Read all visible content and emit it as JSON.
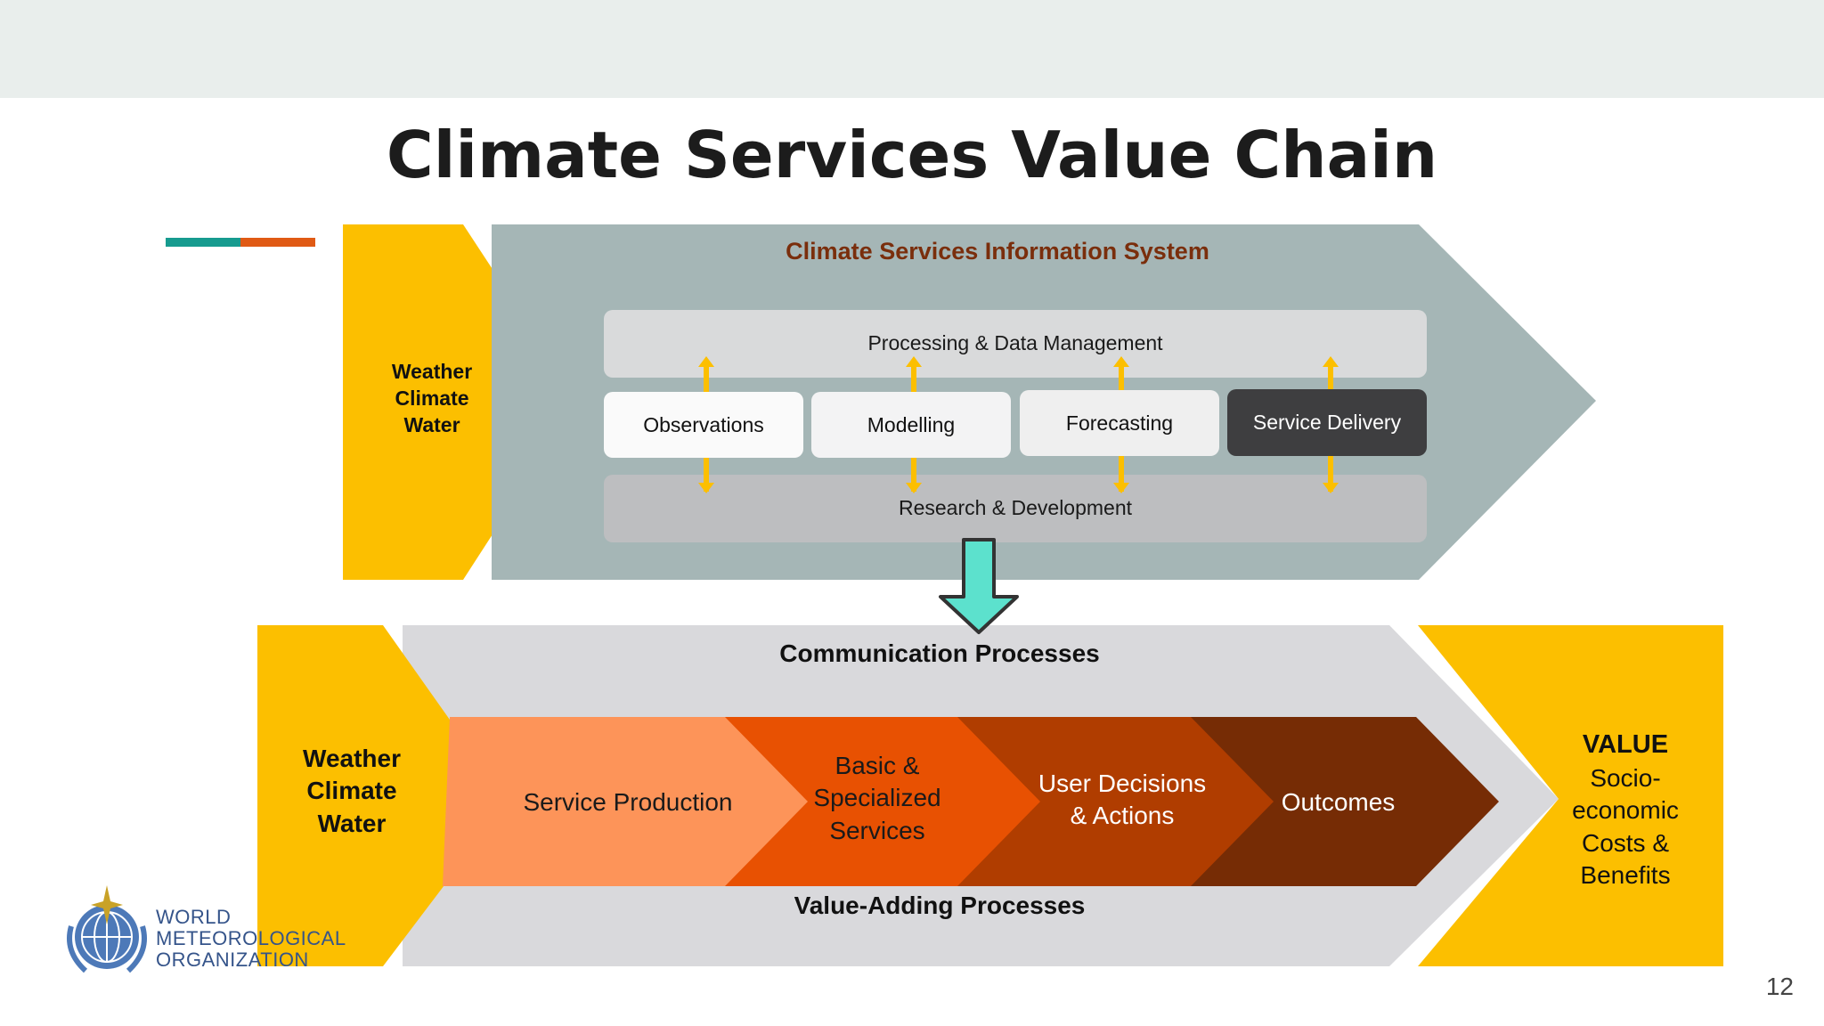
{
  "slide": {
    "title": "Climate Services Value Chain",
    "page_number": "12"
  },
  "top_section": {
    "input_label": "Weather\nClimate\nWater",
    "system_title": "Climate Services Information System",
    "processing_label": "Processing & Data Management",
    "research_label": "Research & Development",
    "components": [
      "Observations",
      "Modelling",
      "Forecasting",
      "Service Delivery"
    ]
  },
  "bottom_section": {
    "input_label": "Weather\nClimate\nWater",
    "communication_label": "Communication Processes",
    "value_adding_label": "Value-Adding Processes",
    "chain": [
      "Service Production",
      "Basic &\nSpecialized\nServices",
      "User Decisions\n& Actions",
      "Outcomes"
    ],
    "value_heading": "VALUE",
    "value_text": "Socio-\neconomic\nCosts &\nBenefits"
  },
  "logo": {
    "line1": "WORLD",
    "line2": "METEOROLOGICAL",
    "line3": "ORGANIZATION"
  },
  "colors": {
    "yellow": "#fcbf00",
    "steel_gray": "#a5b6b6",
    "light_gray": "#d9d9dc",
    "dark_box": "#3e3e40",
    "teal_arrow": "#5ce1cd",
    "chain_1": "#fd9459",
    "chain_2": "#e85102",
    "chain_3": "#b03d00",
    "chain_4": "#762c05",
    "system_title": "#7a2e0c"
  }
}
